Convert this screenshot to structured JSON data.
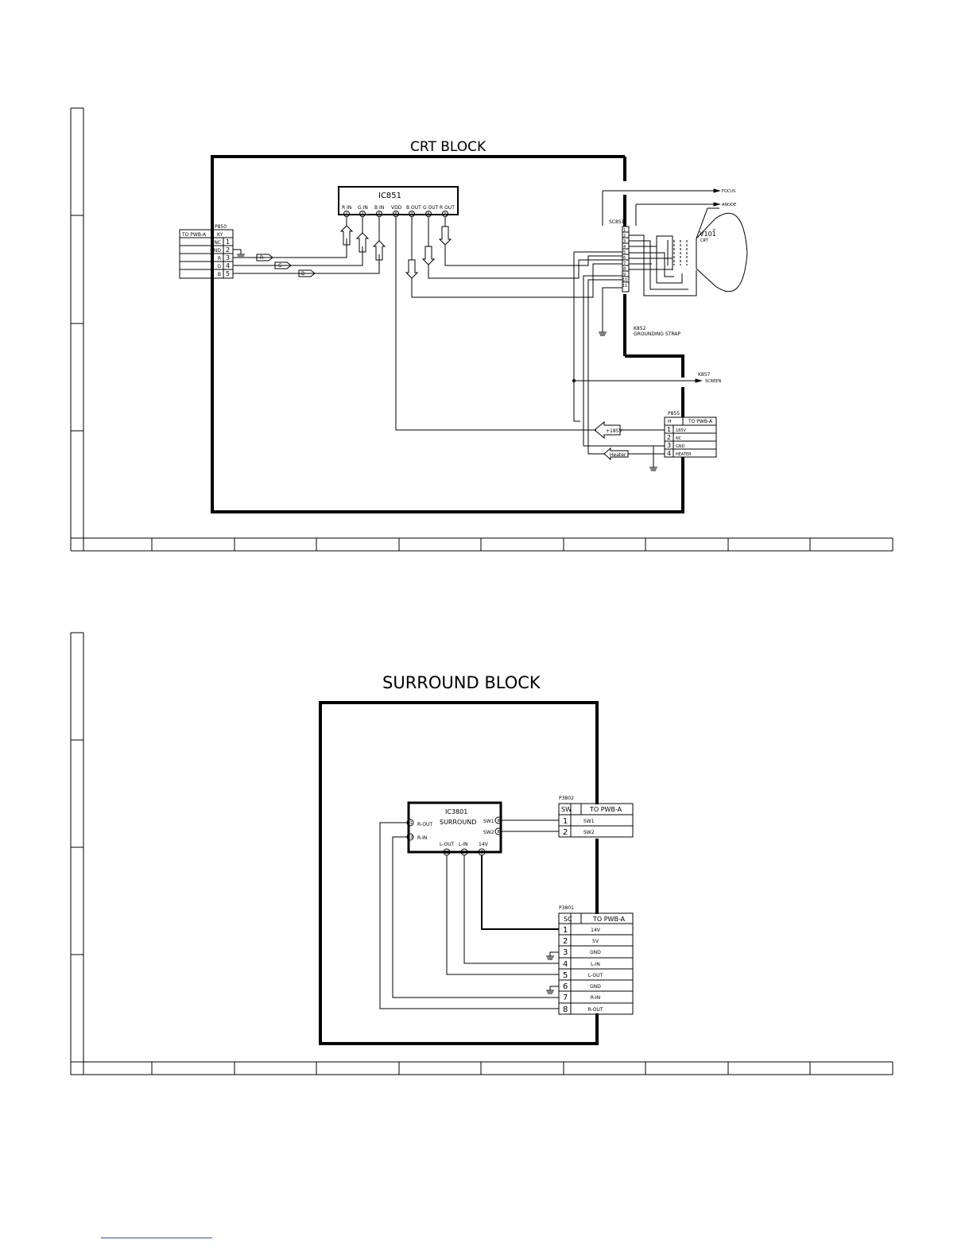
{
  "crt_block": {
    "title": "CRT BLOCK",
    "ic": {
      "name": "IC851",
      "pins": [
        {
          "label": "R IN",
          "num": "1"
        },
        {
          "label": "G IN",
          "num": "2"
        },
        {
          "label": "B IN",
          "num": "3"
        },
        {
          "label": "VDD",
          "num": "6"
        },
        {
          "label": "B OUT",
          "num": "7"
        },
        {
          "label": "G OUT",
          "num": "8"
        },
        {
          "label": "R OUT",
          "num": "9"
        }
      ]
    },
    "p850": {
      "ref": "P850",
      "head_left": "TO PWB-A",
      "head_right": "KY",
      "rows": [
        {
          "signal": "NC",
          "pin": "1"
        },
        {
          "signal": "GND",
          "pin": "2"
        },
        {
          "signal": "R",
          "pin": "3"
        },
        {
          "signal": "G",
          "pin": "4"
        },
        {
          "signal": "B",
          "pin": "5"
        }
      ]
    },
    "signal_arrows": [
      "R",
      "G",
      "B"
    ],
    "sc851": {
      "ref": "SC851",
      "pins": [
        "1",
        "2",
        "3",
        "4",
        "5",
        "6",
        "7",
        "8",
        "9",
        "10",
        "11"
      ]
    },
    "focus": "FOCUS",
    "anode": "ANODE",
    "crt": {
      "ref": "V101",
      "mark": "*",
      "label": "CRT"
    },
    "k852": {
      "ref": "K852",
      "label": "GROUNDING STRAP"
    },
    "k857": {
      "ref": "K857",
      "label": "SCREEN"
    },
    "p855": {
      "ref": "P855",
      "head_left": "H",
      "head_right": "TO PWB-A",
      "rows": [
        {
          "pin": "1",
          "signal": "185V"
        },
        {
          "pin": "2",
          "signal": "NC"
        },
        {
          "pin": "3",
          "signal": "GND"
        },
        {
          "pin": "4",
          "signal": "HEATER"
        }
      ]
    },
    "v185_tag": "+185V",
    "heater_tag": "Heater"
  },
  "surround_block": {
    "title": "SURROUND BLOCK",
    "ic": {
      "name": "IC3801",
      "subtitle": "SURROUND",
      "pins": [
        {
          "label": "R-OUT",
          "num": "11"
        },
        {
          "label": "R-IN",
          "num": "13"
        },
        {
          "label": "SW1",
          "num": "9"
        },
        {
          "label": "SW2",
          "num": "8"
        },
        {
          "label": "L-OUT",
          "num": "12"
        },
        {
          "label": "L-IN",
          "num": "14"
        },
        {
          "label": "14V",
          "num": "6"
        }
      ]
    },
    "p3802": {
      "ref": "P3802",
      "head_left": "SW",
      "head_right": "TO PWB-A",
      "rows": [
        {
          "pin": "1",
          "signal": "SW1"
        },
        {
          "pin": "2",
          "signal": "SW2"
        }
      ]
    },
    "p3801": {
      "ref": "P3801",
      "head_left": "SC",
      "head_right": "TO PWB-A",
      "rows": [
        {
          "pin": "1",
          "signal": "14V"
        },
        {
          "pin": "2",
          "signal": "5V"
        },
        {
          "pin": "3",
          "signal": "GND"
        },
        {
          "pin": "4",
          "signal": "L-IN"
        },
        {
          "pin": "5",
          "signal": "L-OUT"
        },
        {
          "pin": "6",
          "signal": "GND"
        },
        {
          "pin": "7",
          "signal": "R-IN"
        },
        {
          "pin": "8",
          "signal": "R-OUT"
        }
      ]
    }
  }
}
